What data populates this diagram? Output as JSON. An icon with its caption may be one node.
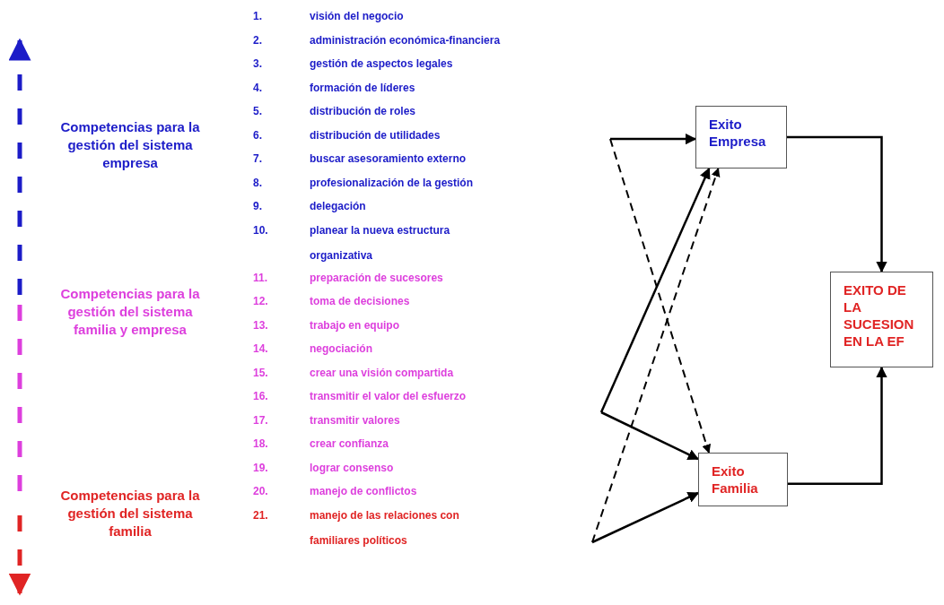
{
  "diagram": {
    "nodes": [
      {
        "text": [
          "Exito Empresa"
        ]
      },
      {
        "text": [
          "Exito Familia"
        ]
      },
      {
        "text": [
          "EXITO DE LA SUCESION EN LA EF"
        ]
      }
    ],
    "edges": [
      {
        "from": null,
        "to": 0,
        "arrow": "to"
      },
      {
        "from": null,
        "to": 1,
        "arrow": "to",
        "style": "dashed"
      },
      {
        "from": null,
        "to": 0,
        "arrow": "to"
      },
      {
        "from": null,
        "to": 1,
        "arrow": "to"
      },
      {
        "from": null,
        "to": 0,
        "arrow": "to",
        "style": "dashed"
      },
      {
        "from": null,
        "to": 1,
        "arrow": "to"
      },
      {
        "from": 0,
        "to": 2,
        "arrow": "to"
      },
      {
        "from": 1,
        "to": 2,
        "arrow": "to"
      }
    ],
    "labels": [
      "Competencias para la gestión del sistema empresa",
      "Competencias para la gestión del sistema familia y empresa",
      "Competencias para la gestión del sistema familia",
      "1.",
      "visión del negocio",
      "2.",
      "administración económica-financiera",
      "3.",
      "gestión de aspectos legales",
      "4.",
      "formación de líderes",
      "5.",
      "distribución de roles",
      "6.",
      "distribución de utilidades",
      "7.",
      "buscar asesoramiento externo",
      "8.",
      "profesionalización de la gestión",
      "9.",
      "delegación",
      "10.",
      "planear la nueva estructura organizativa",
      "11.",
      "preparación de sucesores",
      "12.",
      "toma de decisiones",
      "13.",
      "trabajo en equipo",
      "14.",
      "negociación",
      "15.",
      "crear una visión compartida",
      "16.",
      "transmitir el valor del esfuerzo",
      "17.",
      "transmitir valores",
      "18.",
      "crear confianza",
      "19.",
      "lograr consenso",
      "20.",
      "manejo de conflictos",
      "21.",
      "manejo de las relaciones con familiares políticos"
    ]
  }
}
